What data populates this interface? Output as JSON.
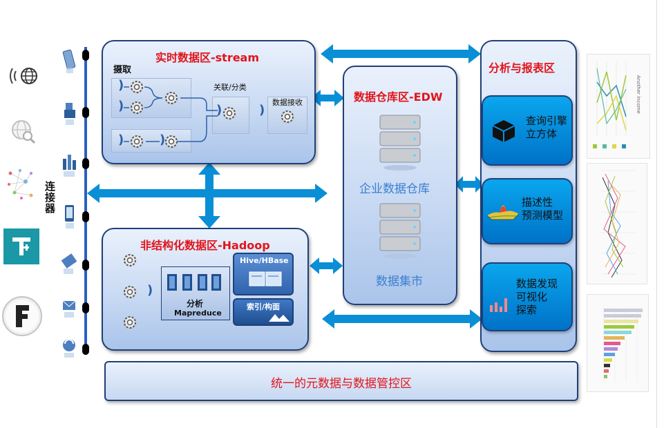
{
  "connector_label": "连接器",
  "stream": {
    "title": "实时数据区-stream",
    "ingest_label": "摄取",
    "relate_label": "关联/分类",
    "receive_label": "数据接收"
  },
  "hadoop": {
    "title": "非结构化数据区-Hadoop",
    "analysis_label": "分析",
    "mapreduce_label": "Mapreduce",
    "hive_label": "Hive/HBase",
    "index_label": "索引/构面"
  },
  "edw": {
    "title": "数据仓库区-EDW",
    "warehouse_label": "企业数据仓库",
    "mart_label": "数据集市"
  },
  "analysis": {
    "title": "分析与报表区",
    "cards": [
      {
        "text": "查询引擎\n立方体",
        "icon": "cube-icon"
      },
      {
        "text": "描述性\n预测模型",
        "icon": "surface-plot-icon"
      },
      {
        "text": "数据发现\n可视化\n探索",
        "icon": "bar-chart-icon"
      }
    ]
  },
  "governance_label": "统一的元数据与数据管控区",
  "thumbnail_text": "Another income",
  "colors": {
    "title_red": "#e2141b",
    "panel_border": "#1f3f78",
    "arrow_blue": "#0a8fd6",
    "card_blue": "#0a8fe0",
    "connector_line": "#2b5fc0"
  }
}
